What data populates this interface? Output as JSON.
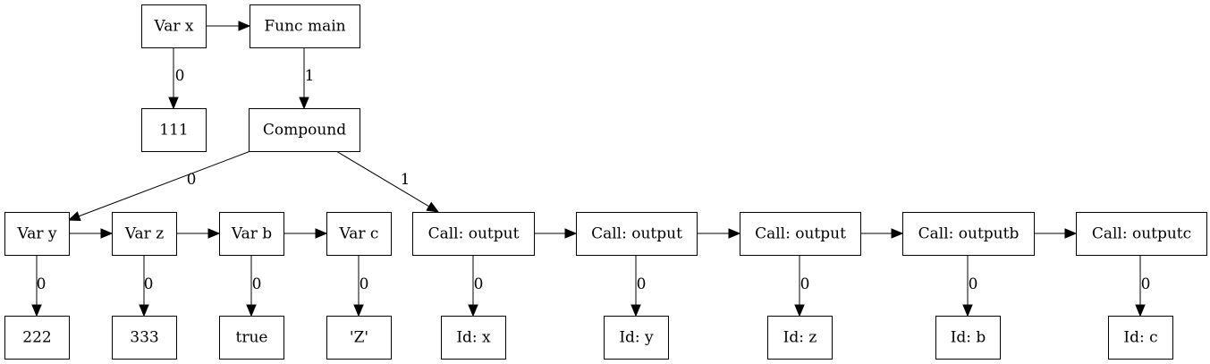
{
  "nodes": [
    {
      "id": "var_x",
      "label": "Var x"
    },
    {
      "id": "func_main",
      "label": "Func main"
    },
    {
      "id": "lit_111",
      "label": "111"
    },
    {
      "id": "compound",
      "label": "Compound"
    },
    {
      "id": "var_y",
      "label": "Var y"
    },
    {
      "id": "var_z",
      "label": "Var z"
    },
    {
      "id": "var_b",
      "label": "Var b"
    },
    {
      "id": "var_c",
      "label": "Var c"
    },
    {
      "id": "call_output_1",
      "label": "Call: output"
    },
    {
      "id": "call_output_2",
      "label": "Call: output"
    },
    {
      "id": "call_output_3",
      "label": "Call: output"
    },
    {
      "id": "call_outputb",
      "label": "Call: outputb"
    },
    {
      "id": "call_outputc",
      "label": "Call: outputc"
    },
    {
      "id": "lit_222",
      "label": "222"
    },
    {
      "id": "lit_333",
      "label": "333"
    },
    {
      "id": "lit_true",
      "label": "true"
    },
    {
      "id": "lit_z",
      "label": "'Z'"
    },
    {
      "id": "id_x",
      "label": "Id: x"
    },
    {
      "id": "id_y",
      "label": "Id: y"
    },
    {
      "id": "id_z",
      "label": "Id: z"
    },
    {
      "id": "id_b",
      "label": "Id: b"
    },
    {
      "id": "id_c",
      "label": "Id: c"
    }
  ],
  "edges": [
    {
      "from": "var_x",
      "to": "func_main",
      "label": ""
    },
    {
      "from": "var_x",
      "to": "lit_111",
      "label": "0"
    },
    {
      "from": "func_main",
      "to": "compound",
      "label": "1"
    },
    {
      "from": "compound",
      "to": "var_y",
      "label": "0"
    },
    {
      "from": "compound",
      "to": "call_output_1",
      "label": "1"
    },
    {
      "from": "var_y",
      "to": "var_z",
      "label": ""
    },
    {
      "from": "var_z",
      "to": "var_b",
      "label": ""
    },
    {
      "from": "var_b",
      "to": "var_c",
      "label": ""
    },
    {
      "from": "call_output_1",
      "to": "call_output_2",
      "label": ""
    },
    {
      "from": "call_output_2",
      "to": "call_output_3",
      "label": ""
    },
    {
      "from": "call_output_3",
      "to": "call_outputb",
      "label": ""
    },
    {
      "from": "call_outputb",
      "to": "call_outputc",
      "label": ""
    },
    {
      "from": "var_y",
      "to": "lit_222",
      "label": "0"
    },
    {
      "from": "var_z",
      "to": "lit_333",
      "label": "0"
    },
    {
      "from": "var_b",
      "to": "lit_true",
      "label": "0"
    },
    {
      "from": "var_c",
      "to": "lit_z",
      "label": "0"
    },
    {
      "from": "call_output_1",
      "to": "id_x",
      "label": "0"
    },
    {
      "from": "call_output_2",
      "to": "id_y",
      "label": "0"
    },
    {
      "from": "call_output_3",
      "to": "id_z",
      "label": "0"
    },
    {
      "from": "call_outputb",
      "to": "id_b",
      "label": "0"
    },
    {
      "from": "call_outputc",
      "to": "id_c",
      "label": "0"
    }
  ]
}
